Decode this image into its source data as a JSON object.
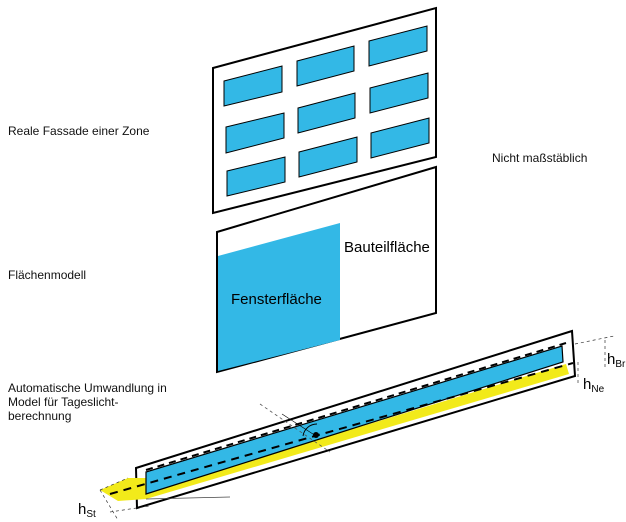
{
  "labels": {
    "real_facade": "Reale Fassade einer Zone",
    "scale_note": "Nicht maßstäblich",
    "surface_model": "Flächenmodell",
    "conversion_line1": "Automatische Umwandlung in",
    "conversion_line2": "Model für Tageslicht-",
    "conversion_line3": "berechnung"
  },
  "surface_model": {
    "component_area": "Bauteilfläche",
    "window_area": "Fensterfläche"
  },
  "daylight_model": {
    "h_br": {
      "base": "h",
      "sub": "Br"
    },
    "h_ne": {
      "base": "h",
      "sub": "Ne"
    },
    "h_st": {
      "base": "h",
      "sub": "St"
    }
  },
  "colors": {
    "window_fill": "#33b8e6",
    "yellow_strip": "#f2ea1a",
    "outline": "#000000"
  }
}
